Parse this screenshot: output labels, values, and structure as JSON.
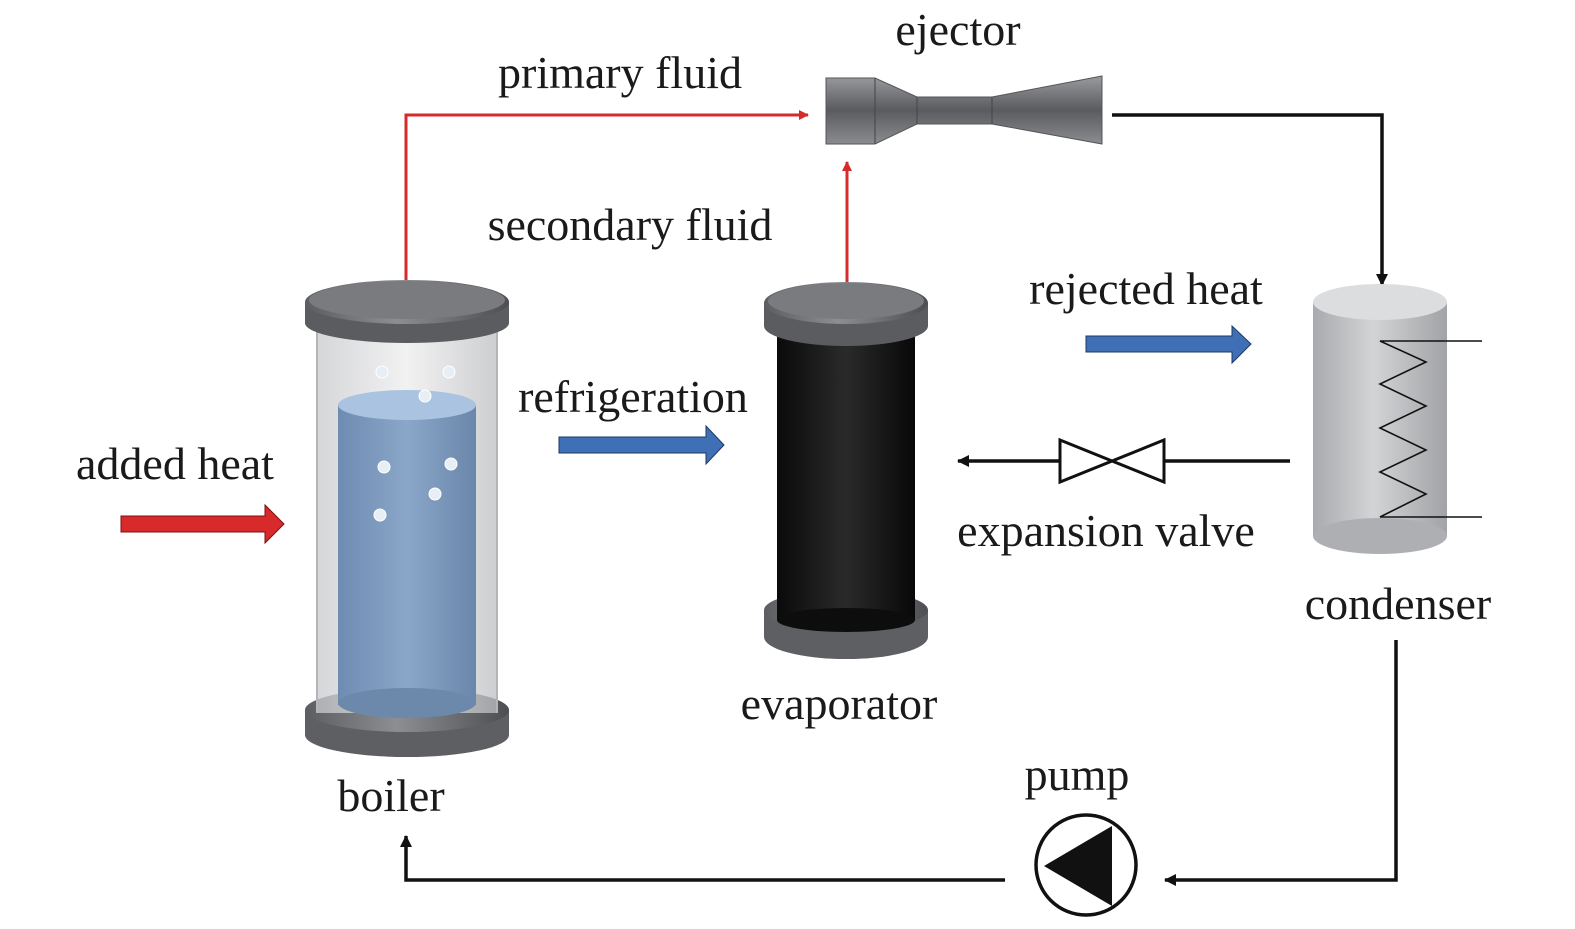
{
  "labels": {
    "ejector": "ejector",
    "primary_fluid": "primary fluid",
    "secondary_fluid": "secondary fluid",
    "rejected_heat": "rejected heat",
    "refrigeration": "refrigeration",
    "added_heat": "added heat",
    "expansion_valve": "expansion valve",
    "condenser": "condenser",
    "evaporator": "evaporator",
    "boiler": "boiler",
    "pump": "pump"
  },
  "colors": {
    "hot_flow": "#d62b2b",
    "heat_arrow_blue": "#3f6fb5",
    "heat_arrow_red": "#d82a2a",
    "line_black": "#111111",
    "cap_gray": "#6f7074",
    "water_blue": "#7f9cc0",
    "evaporator_body": "#151515",
    "condenser_body": "#c4c5c7"
  }
}
